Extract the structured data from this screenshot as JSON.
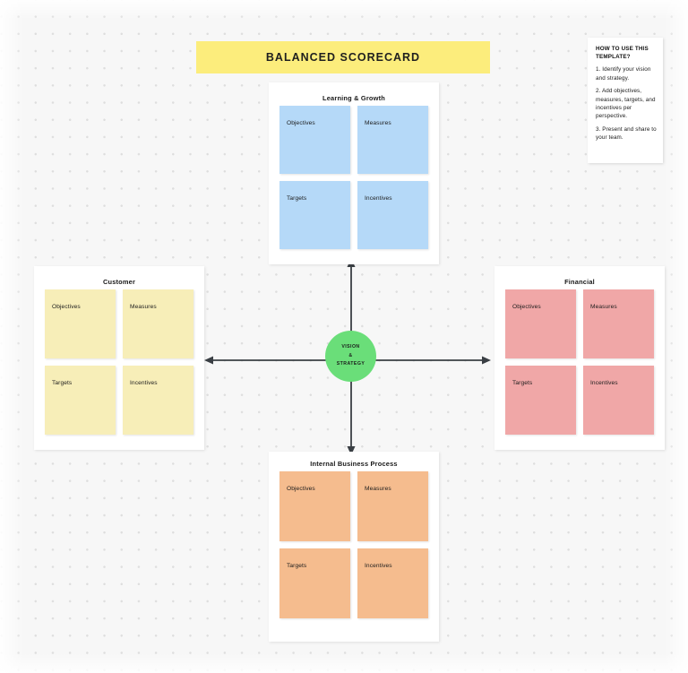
{
  "board": {
    "title": "BALANCED SCORECARD",
    "center": {
      "line1": "VISION",
      "line2": "&",
      "line3": "STRATEGY"
    }
  },
  "help_note": {
    "title": "HOW TO USE THIS TEMPLATE?",
    "steps": [
      "1. Identify your vision and strategy.",
      "2. Add objectives, measures, targets, and incentives per perspective.",
      "3. Present and share to your team."
    ]
  },
  "perspectives": [
    {
      "id": "learning-growth",
      "title": "Learning & Growth",
      "color": "#b5d9f8",
      "notes": [
        "Objectives",
        "Measures",
        "Targets",
        "Incentives"
      ]
    },
    {
      "id": "customer",
      "title": "Customer",
      "color": "#f7eeb8",
      "notes": [
        "Objectives",
        "Measures",
        "Targets",
        "Incentives"
      ]
    },
    {
      "id": "financial",
      "title": "Financial",
      "color": "#f0a7a7",
      "notes": [
        "Objectives",
        "Measures",
        "Targets",
        "Incentives"
      ]
    },
    {
      "id": "internal-business-process",
      "title": "Internal Business Process",
      "color": "#f5bc8e",
      "notes": [
        "Objectives",
        "Measures",
        "Targets",
        "Incentives"
      ]
    }
  ],
  "colors": {
    "banner": "#fced7c",
    "center_circle": "#6ade79",
    "canvas": "#f7f7f7",
    "arrow": "#3a3f44"
  }
}
